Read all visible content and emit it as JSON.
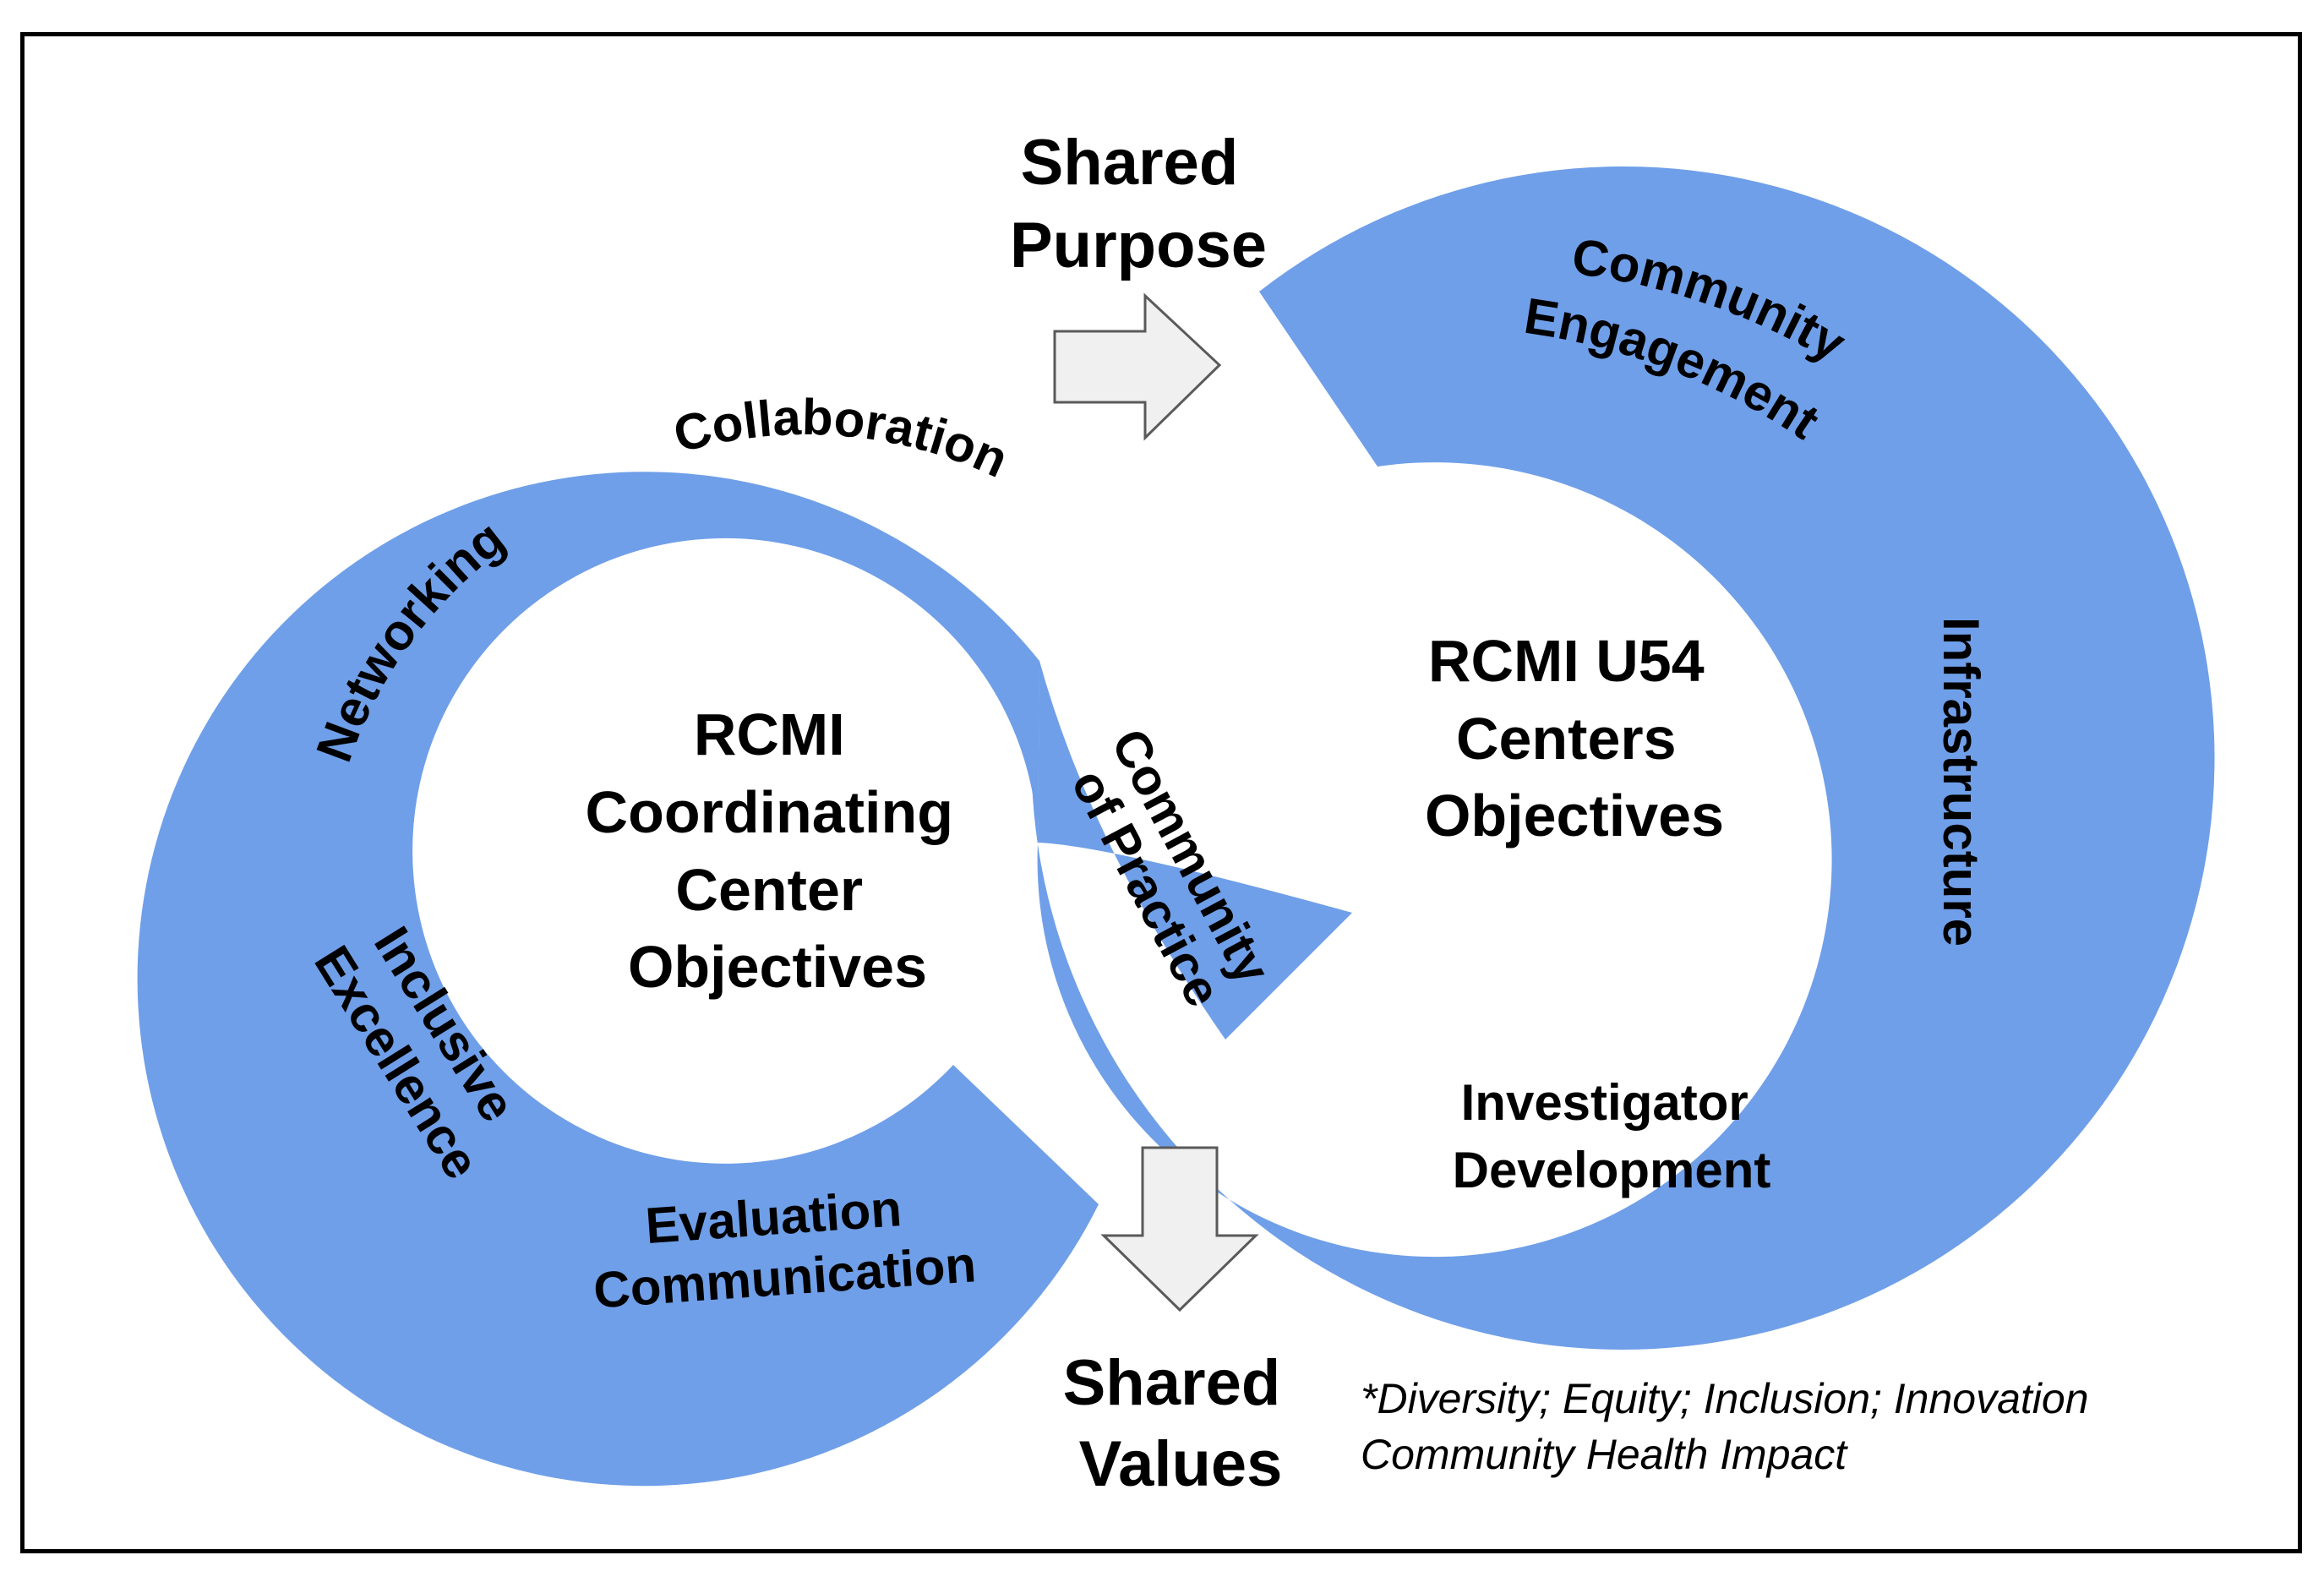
{
  "colors": {
    "band": "#6f9fe8",
    "arrow_fill": "#f0f0f0",
    "arrow_stroke": "#5a5a5a",
    "border": "#000000",
    "text": "#000000"
  },
  "shared_purpose": {
    "line1": "Shared",
    "line2": "Purpose"
  },
  "shared_values": {
    "line1": "Shared",
    "line2": "Values"
  },
  "left_center": {
    "line1": "RCMI",
    "line2": "Coordinating",
    "line3": "Center",
    "line4": "Objectives"
  },
  "right_center": {
    "line1": "RCMI U54",
    "line2": "Centers",
    "line3": "Objectives"
  },
  "left_band": {
    "collaboration": "Collaboration",
    "networking": "Networking",
    "inclusive": "Inclusive",
    "excellence": "Excellence",
    "evaluation": "Evaluation",
    "communication": "Communication"
  },
  "middle_band": {
    "community": "Community",
    "of_practice": "of Practice"
  },
  "right_band": {
    "community": "Community",
    "engagement": "Engagement",
    "infrastructure": "Infrastructure",
    "investigator": "Investigator",
    "development": "Development"
  },
  "footnote": {
    "line1": "*Diversity; Equity; Inclusion; Innovation",
    "line2": "Community Health Impact"
  }
}
